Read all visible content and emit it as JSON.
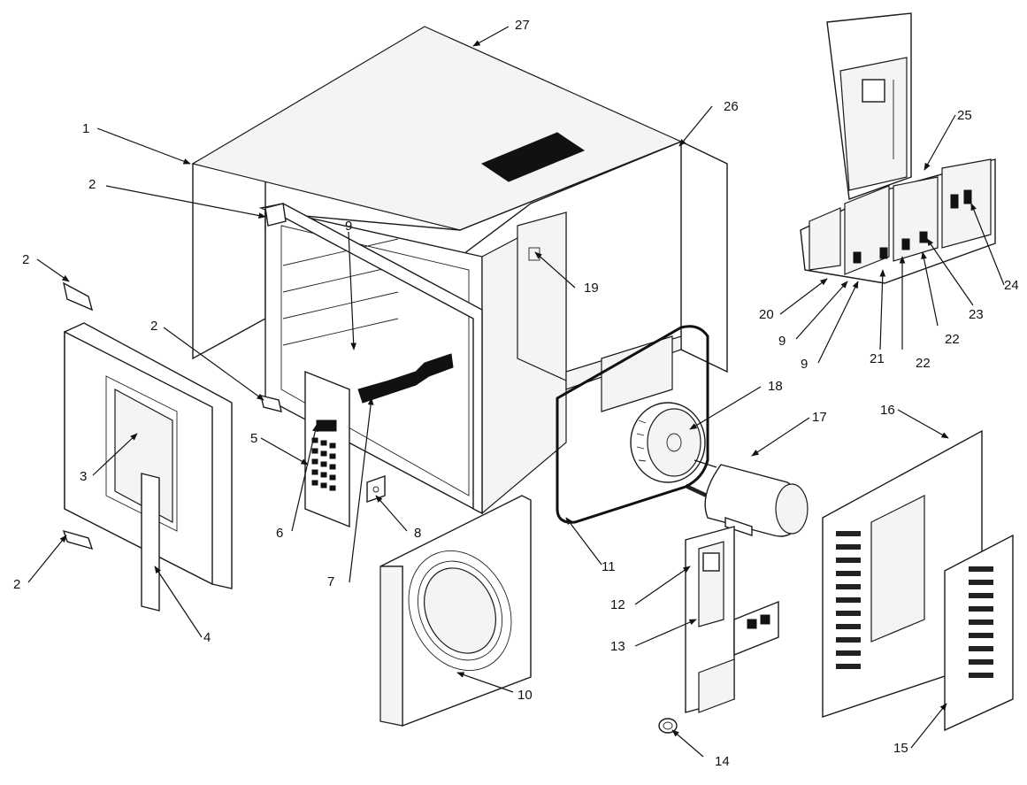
{
  "callouts": {
    "c1": "1",
    "c2a": "2",
    "c2b": "2",
    "c2c": "2",
    "c2d": "2",
    "c3": "3",
    "c4": "4",
    "c5": "5",
    "c6": "6",
    "c7": "7",
    "c8": "8",
    "c9a": "9",
    "c9b": "9",
    "c9c": "9",
    "c10": "10",
    "c11": "11",
    "c12": "12",
    "c13": "13",
    "c14": "14",
    "c15": "15",
    "c16": "16",
    "c17": "17",
    "c18": "18",
    "c19": "19",
    "c20": "20",
    "c21": "21",
    "c22a": "22",
    "c22b": "22",
    "c23": "23",
    "c24": "24",
    "c25": "25",
    "c26": "26",
    "c27": "27"
  }
}
